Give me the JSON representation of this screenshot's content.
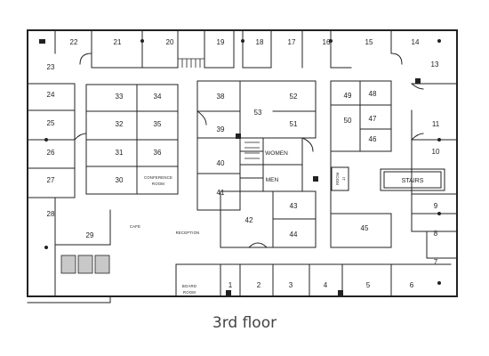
{
  "colors": {
    "wall": "#222222",
    "fill": "#ffffff",
    "shade": "#c8c8c8",
    "text": "#222222"
  },
  "caption": "3rd floor",
  "rooms": [
    {
      "id": "r22",
      "label": "22"
    },
    {
      "id": "r21",
      "label": "21"
    },
    {
      "id": "r20",
      "label": "20"
    },
    {
      "id": "r19",
      "label": "19"
    },
    {
      "id": "r18",
      "label": "18"
    },
    {
      "id": "r17",
      "label": "17"
    },
    {
      "id": "r16",
      "label": "16"
    },
    {
      "id": "r15",
      "label": "15"
    },
    {
      "id": "r14",
      "label": "14"
    },
    {
      "id": "r13",
      "label": "13"
    },
    {
      "id": "r23",
      "label": "23"
    },
    {
      "id": "r24",
      "label": "24"
    },
    {
      "id": "r25",
      "label": "25"
    },
    {
      "id": "r26",
      "label": "26"
    },
    {
      "id": "r27",
      "label": "27"
    },
    {
      "id": "r28",
      "label": "28"
    },
    {
      "id": "r29",
      "label": "29"
    },
    {
      "id": "r33",
      "label": "33"
    },
    {
      "id": "r34",
      "label": "34"
    },
    {
      "id": "r32",
      "label": "32"
    },
    {
      "id": "r35",
      "label": "35"
    },
    {
      "id": "r31",
      "label": "31"
    },
    {
      "id": "r36",
      "label": "36"
    },
    {
      "id": "r30",
      "label": "30"
    },
    {
      "id": "r38",
      "label": "38"
    },
    {
      "id": "r53",
      "label": "53"
    },
    {
      "id": "r52",
      "label": "52"
    },
    {
      "id": "r51",
      "label": "51"
    },
    {
      "id": "r39",
      "label": "39"
    },
    {
      "id": "r40",
      "label": "40"
    },
    {
      "id": "r41",
      "label": "41"
    },
    {
      "id": "r42",
      "label": "42"
    },
    {
      "id": "r43",
      "label": "43"
    },
    {
      "id": "r44",
      "label": "44"
    },
    {
      "id": "r49",
      "label": "49"
    },
    {
      "id": "r48",
      "label": "48"
    },
    {
      "id": "r50",
      "label": "50"
    },
    {
      "id": "r47",
      "label": "47"
    },
    {
      "id": "r46",
      "label": "46"
    },
    {
      "id": "r45",
      "label": "45"
    },
    {
      "id": "r11",
      "label": "11"
    },
    {
      "id": "r10",
      "label": "10"
    },
    {
      "id": "r9",
      "label": "9"
    },
    {
      "id": "r8",
      "label": "8"
    },
    {
      "id": "r7",
      "label": "7"
    },
    {
      "id": "r6",
      "label": "6"
    },
    {
      "id": "r5",
      "label": "5"
    },
    {
      "id": "r4",
      "label": "4"
    },
    {
      "id": "r3",
      "label": "3"
    },
    {
      "id": "r2",
      "label": "2"
    },
    {
      "id": "r1",
      "label": "1"
    }
  ],
  "labels": {
    "women": "WOMEN",
    "men": "MEN",
    "conference_1": "CONFERENCE",
    "conference_2": "ROOM",
    "it_1": "IT",
    "it_2": "ROOM",
    "stairs": "STAIRS",
    "cafe": "CAFE",
    "reception": "RECEPTION",
    "board_1": "BOARD",
    "board_2": "ROOM"
  }
}
